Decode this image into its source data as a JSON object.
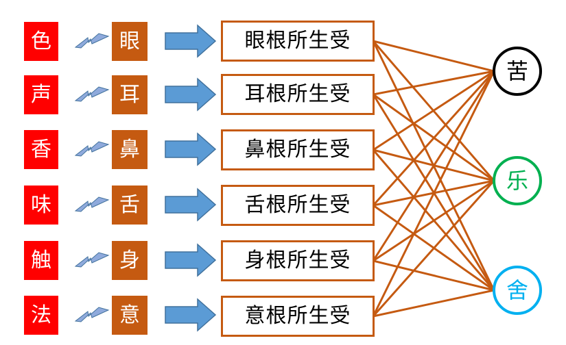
{
  "objects": [
    "色",
    "声",
    "香",
    "味",
    "触",
    "法"
  ],
  "organs": [
    "眼",
    "耳",
    "鼻",
    "舌",
    "身",
    "意"
  ],
  "receptions": [
    "眼根所生受",
    "耳根所生受",
    "鼻根所生受",
    "舌根所生受",
    "身根所生受",
    "意根所生受"
  ],
  "feelings": [
    {
      "label": "苦",
      "color": "#000000"
    },
    {
      "label": "乐",
      "color": "#00b050"
    },
    {
      "label": "舍",
      "color": "#00b0f0"
    }
  ],
  "colors": {
    "object_fill": "#ff0000",
    "organ_fill": "#c55a11",
    "arrow_fill": "#5b9bd5",
    "arrow_stroke": "#41719c",
    "bolt_fill": "#8faadc",
    "connector_line": "#c55a11",
    "reception_border": "#c55a11"
  },
  "icons": {
    "between_object_and_organ": "lightning-bolt-icon",
    "between_organ_and_reception": "right-arrow-icon"
  }
}
